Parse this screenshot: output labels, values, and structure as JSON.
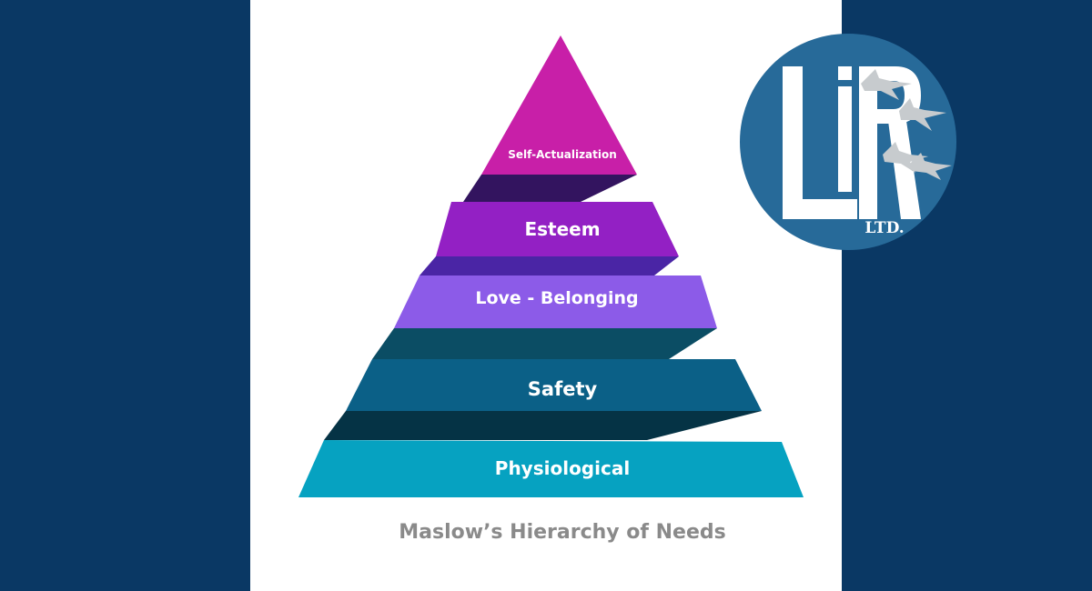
{
  "colors": {
    "outer_background": "#0a3864",
    "panel_background": "#ffffff",
    "caption_text": "#8a8a8a",
    "logo_circle": "#276a99",
    "logo_letters": "#ffffff",
    "logo_birds": "#c7cbce"
  },
  "pyramid": {
    "levels": [
      {
        "label": "Self-Actualization",
        "face_color": "#c81fa8",
        "connector_color": "#33145f"
      },
      {
        "label": "Esteem",
        "face_color": "#9320c4",
        "connector_color": "#4a25a5"
      },
      {
        "label": "Love - Belonging",
        "face_color": "#8c5be8",
        "connector_color": "#0b4d64"
      },
      {
        "label": "Safety",
        "face_color": "#0b6087",
        "connector_color": "#053345"
      },
      {
        "label": "Physiological",
        "face_color": "#06a2c1"
      }
    ]
  },
  "caption": "Maslow’s Hierarchy of Needs",
  "logo": {
    "subtitle": "LTD.",
    "lettering": "LiR"
  }
}
